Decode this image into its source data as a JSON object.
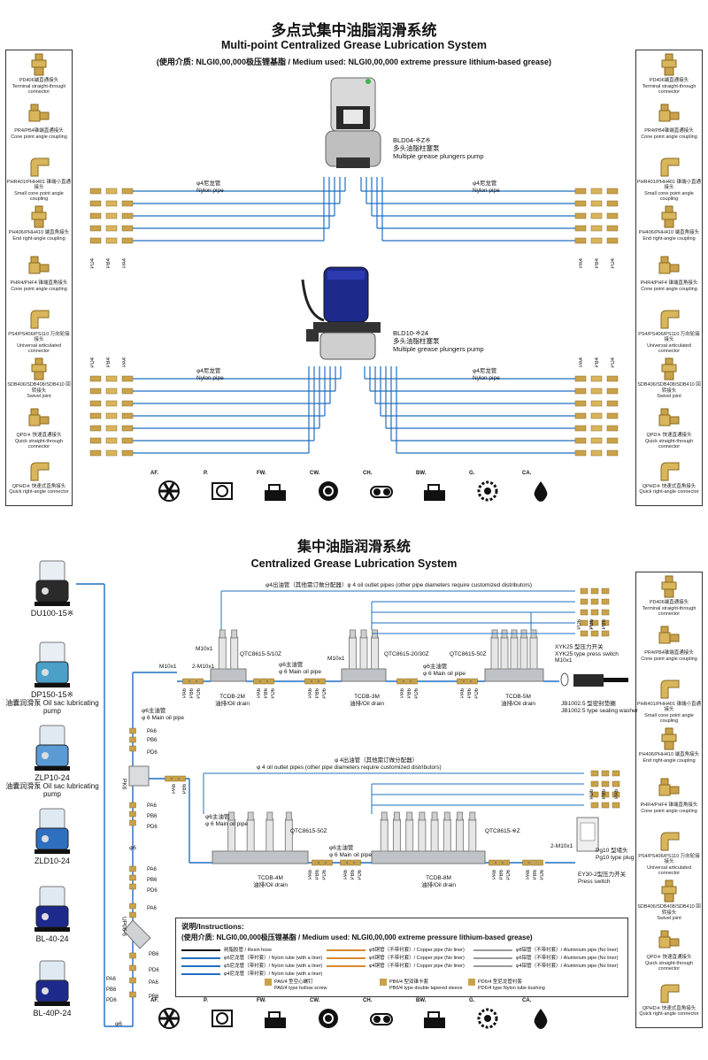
{
  "section1": {
    "title_cn": "多点式集中油脂润滑系统",
    "title_en": "Multi-point Centralized Grease Lubrication System",
    "medium": "(使用介质: NLGI0,00,000极压锂基脂 / Medium used: NLGI0,00,000 extreme pressure lithium-based grease)",
    "pump1": {
      "model": "BLD04-※Z※",
      "cn": "多头油脂柱塞泵",
      "en": "Multiple grease plungers pump"
    },
    "pump2": {
      "model": "BLD10-※24",
      "cn": "多头油脂柱塞泵",
      "en": "Multiple grease plungers pump"
    },
    "pipe": {
      "cn": "φ4尼龙管",
      "en": "Nylon pipe"
    },
    "pipe_left": "φ4尼龙管",
    "pipe_right": "φ4尼龙管",
    "pipe_left_en": "Nylon pipe",
    "pipe_right_en": "Nylon pipe",
    "pipe2_left": "φ4尼龙管",
    "pipe2_right": "φ4尼龙管",
    "tags": [
      "PD4",
      "PB4",
      "PA4"
    ]
  },
  "side_fittings": [
    {
      "code": "PD406端直通接头",
      "en": "Terminal straight-through connector"
    },
    {
      "code": "PR4/PB4锥端直通接头",
      "en": "Cone point angle coupling"
    },
    {
      "code": "PHR401/PHH401 锥端小直通接头",
      "en": "Small cone point angle coupling"
    },
    {
      "code": "PH406/PHH410 端直角接头",
      "en": "End right-angle coupling"
    },
    {
      "code": "PHR4/PHF4 锥端直角接头",
      "en": "Cone point angle coupling"
    },
    {
      "code": "PS4/PS406/PS110 万向轮接接头",
      "en": "Universal articulated connector"
    },
    {
      "code": "SDB406/SDB408/SDB410 回转接头",
      "en": "Swivel joint"
    },
    {
      "code": "QPD※ 快速直通接头",
      "en": "Quick straight-through connector"
    },
    {
      "code": "QPHD※ 快速式直角接头",
      "en": "Quick right-angle connector"
    }
  ],
  "application_icons": [
    {
      "label": "AF."
    },
    {
      "label": "P."
    },
    {
      "label": "FW."
    },
    {
      "label": "CW."
    },
    {
      "label": "CH."
    },
    {
      "label": "BW."
    },
    {
      "label": "G."
    },
    {
      "label": "CA."
    }
  ],
  "section2": {
    "title_cn": "集中油脂润滑系统",
    "title_en": "Centralized Grease Lubrication System",
    "oil_outlet_top": "φ4出油管（其他需订做分配器）φ 4 oil outlet pipes (other pipe diameters require customized distributors)",
    "oil_outlet_mid": "φ 4出油管（其他需订做分配器）",
    "oil_outlet_mid_en": "φ 4 oil outlet pipes (other pipe diameters require customized distributors)",
    "main_pipe_cn": "φ6主油管",
    "main_pipe_en": "φ 6 Main oil pipe",
    "m10": "M10x1",
    "m10b": "2-M10x1",
    "dist_top": [
      "QTC8615-5/10Z",
      "QTC8615-20/30Z",
      "QTC8615-50Z"
    ],
    "dist_bottom": [
      "QTC8615-50Z",
      "QTC8615-※Z"
    ],
    "drain_top": [
      {
        "code": "TCDB-2M",
        "cn": "油排/Oil drain"
      },
      {
        "code": "TCDB-3M",
        "cn": "油排/Oil drain"
      },
      {
        "code": "TCDB-5M",
        "cn": "油排/Oil drain"
      }
    ],
    "drain_bottom": [
      {
        "code": "TCDB-4M",
        "cn": "油排/Oil drain"
      },
      {
        "code": "TCDB-8M",
        "cn": "油排/Oil drain"
      }
    ],
    "switch1": {
      "a": "XYK25 型压力开关",
      "b": "XYK25 type press switch",
      "c": "M10x1"
    },
    "washer": {
      "a": "JB1002.5 型密封垫圈",
      "b": "JB1002.5 type sealing washer"
    },
    "switch2": {
      "a": "Pg10 型堵头",
      "b": "Pg10 type plug",
      "c": "EY30-2型压力开关",
      "d": "Press switch"
    },
    "tags_a": [
      "PA6",
      "PB6",
      "PD6"
    ],
    "tags_b": [
      "PD6",
      "PB6",
      "PA6"
    ],
    "vertical_tags": [
      "PK6",
      "UP06-6"
    ],
    "phi6": "φ6"
  },
  "pumps_left": [
    {
      "name": "DU100-15※",
      "sub": ""
    },
    {
      "name": "DP150-15※",
      "sub": "油囊润滑泵 Oil sac lubricating pump"
    },
    {
      "name": "ZLP10-24",
      "sub": "油囊润滑泵 Oil sac lubricating pump"
    },
    {
      "name": "ZLD10-24",
      "sub": ""
    },
    {
      "name": "BL-40-24",
      "sub": ""
    },
    {
      "name": "BL-40P-24",
      "sub": ""
    }
  ],
  "instructions": {
    "title": "说明/Instructions:",
    "medium": "(使用介质: NLGI0,00,000极压锂基脂 / Medium used: NLGI0,00,000 extreme pressure lithium-based grease)",
    "legend": [
      {
        "text": "树脂胶管 / Resin hose",
        "color": "#111111"
      },
      {
        "text": "φ6尼龙管（带衬套）/ Nylon tube (with a liner)",
        "color": "#1f6fc0"
      },
      {
        "text": "φ5尼龙管（带衬套）/ Nylon tube (with a liner)",
        "color": "#1f6fc0"
      },
      {
        "text": "φ4尼龙管（带衬套）/ Nylon tube (with a liner)",
        "color": "#1f6fc0"
      },
      {
        "text": "φ8铜管（不带衬套）/ Copper pipe (No liner)",
        "color": "#d68a2e"
      },
      {
        "text": "φ6铜管（不带衬套）/ Copper pipe (No liner)",
        "color": "#d68a2e"
      },
      {
        "text": "φ4铜管（不带衬套）/ Copper pipe (No liner)",
        "color": "#d68a2e"
      },
      {
        "text": "φ8铝管（不带衬套）/ Aluminium pipe (No liner)",
        "color": "#999999"
      },
      {
        "text": "φ6铝管（不带衬套）/ Aluminium pipe (No liner)",
        "color": "#999999"
      },
      {
        "text": "φ4铝管（不带衬套）/ Aluminium pipe (No liner)",
        "color": "#999999"
      }
    ],
    "parts": [
      {
        "a": "PA6/4 型空心螺钉",
        "b": "PA6/4 type hollow screw"
      },
      {
        "a": "PB6/4 型双锥卡套",
        "b": "PB6/4 type double tapered sleeve"
      },
      {
        "a": "PD6/4 型尼龙管衬套",
        "b": "PD6/4 type Nylon tube bushing"
      }
    ]
  },
  "colors": {
    "pipe": "#1f6fc0",
    "brass": "#c9a24a",
    "gray": "#bfc3c7"
  }
}
